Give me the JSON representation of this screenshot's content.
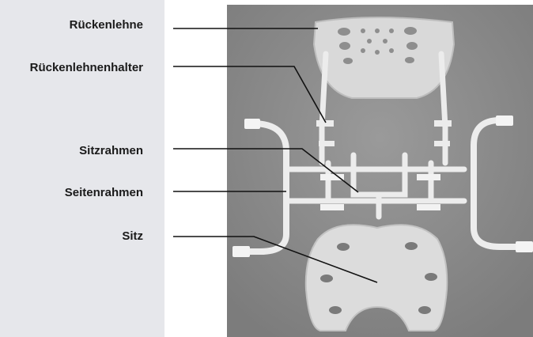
{
  "labels": {
    "backrest": "Rückenlehne",
    "backrest_holder": "Rückenlehnenhalter",
    "seat_frame": "Sitzrahmen",
    "side_frame": "Seitenrahmen",
    "seat": "Sitz"
  },
  "colors": {
    "panel": "#e6e7eb",
    "photo_bg": "#8c8c8c",
    "part_white": "#e9e9e9",
    "line": "#111111"
  }
}
